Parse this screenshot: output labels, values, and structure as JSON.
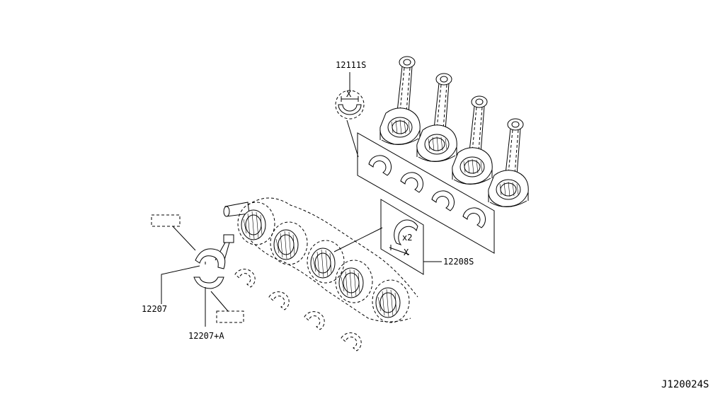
{
  "diagram": {
    "labels": {
      "part_12111S": "12111S",
      "part_12208S": "12208S",
      "part_12207": "12207",
      "part_12207A": "12207+A",
      "drawing_id": "J120024S",
      "x_mark_top": "X",
      "x_mark_bearing": "X",
      "qty_mark": "x2"
    }
  }
}
